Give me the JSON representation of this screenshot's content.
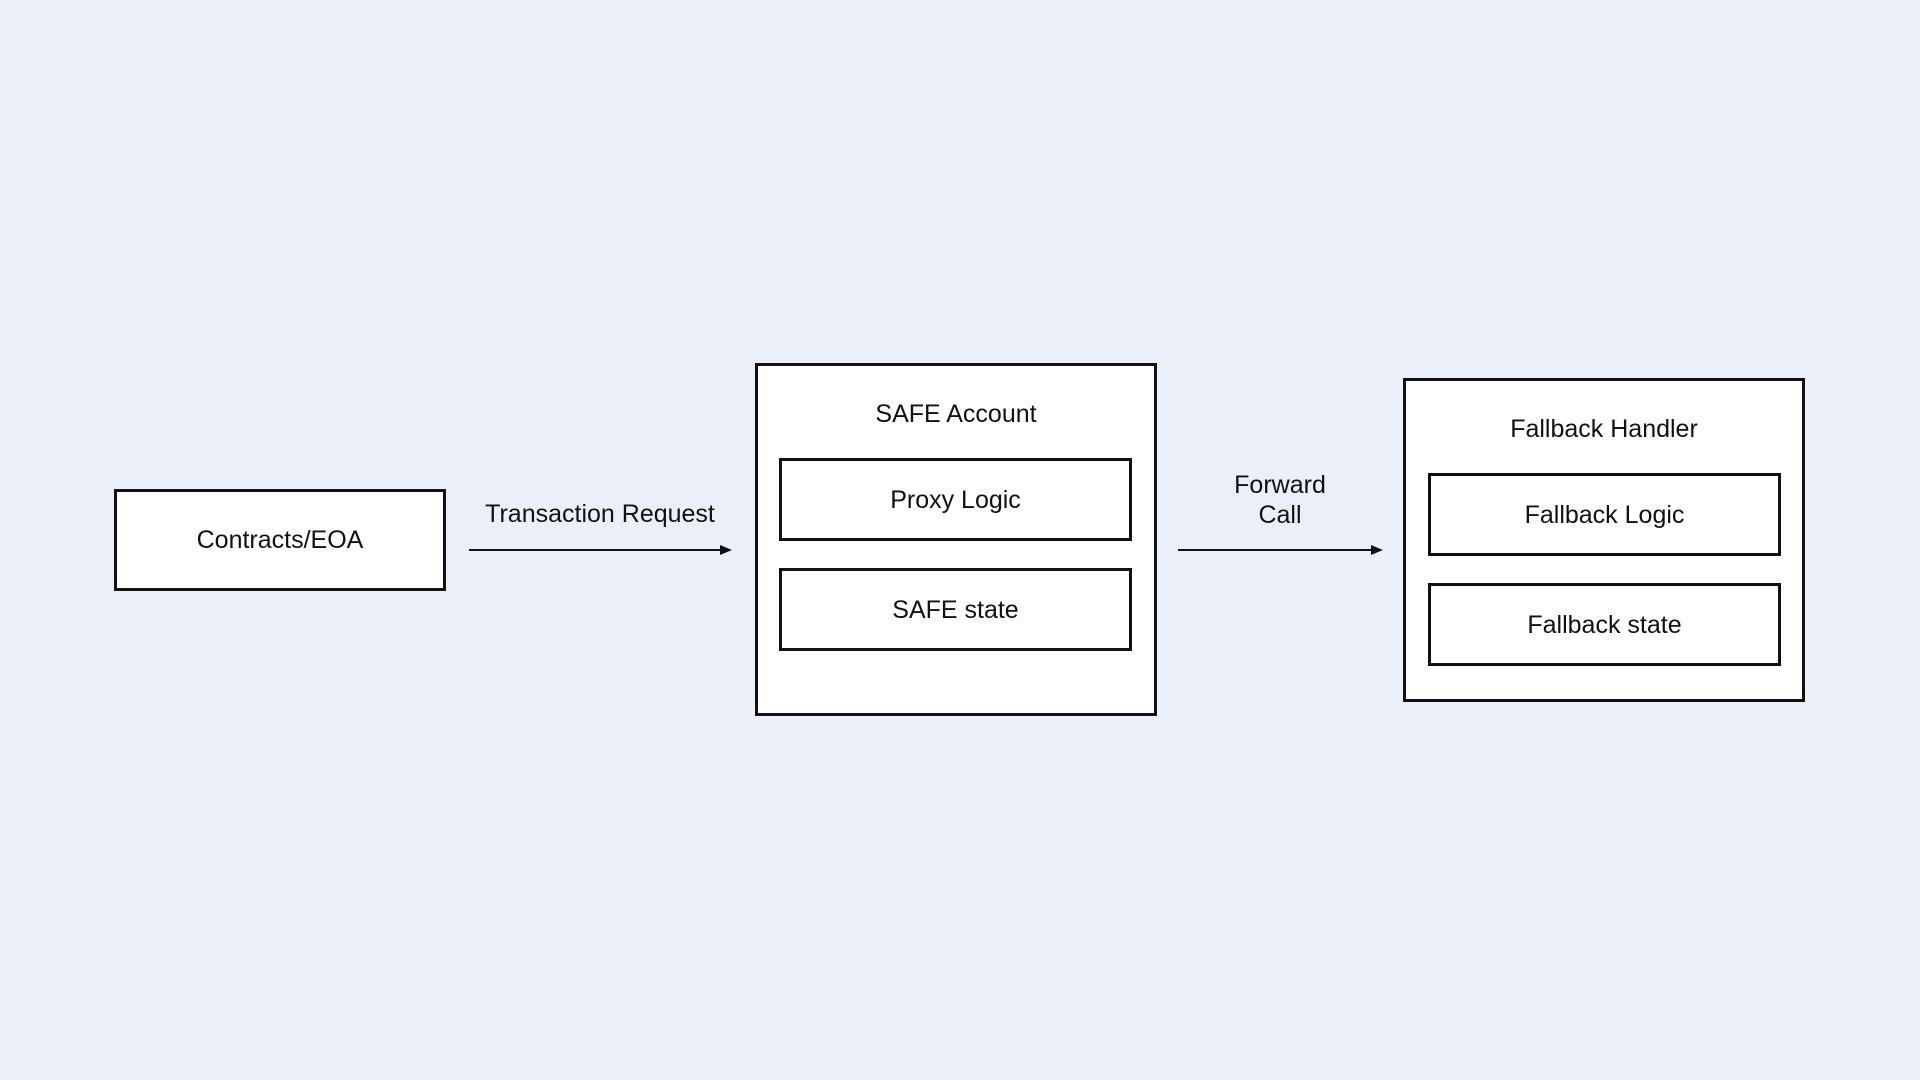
{
  "background_color": "#ebeffa",
  "nodes": {
    "source": {
      "label": "Contracts/EOA"
    },
    "safe_account": {
      "title": "SAFE Account",
      "proxy_logic": "Proxy Logic",
      "safe_state": "SAFE state"
    },
    "fallback_handler": {
      "title": "Fallback Handler",
      "fallback_logic": "Fallback Logic",
      "fallback_state": "Fallback state"
    }
  },
  "edges": {
    "transaction_request": {
      "label": "Transaction Request"
    },
    "forward_call": {
      "label_line1": "Forward",
      "label_line2": "Call"
    }
  }
}
